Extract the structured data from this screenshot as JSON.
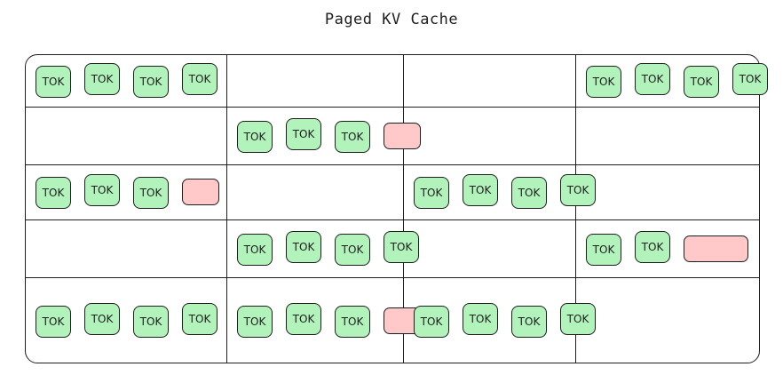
{
  "title": "Paged KV Cache",
  "token_label": "TOK",
  "colors": {
    "token_fill": "#b2f2bb",
    "free_slot_fill": "#ffc9c9",
    "stroke": "#1e1e1e"
  },
  "grid": {
    "rows": 5,
    "cols": 4
  },
  "blocks": [
    {
      "row": 0,
      "col": 0,
      "tokens": 4,
      "free": 0
    },
    {
      "row": 0,
      "col": 3,
      "tokens": 4,
      "free": 0
    },
    {
      "row": 1,
      "col": 1,
      "tokens": 3,
      "free": 1
    },
    {
      "row": 2,
      "col": 0,
      "tokens": 3,
      "free": 1
    },
    {
      "row": 2,
      "col": 2,
      "tokens": 4,
      "free": 0
    },
    {
      "row": 3,
      "col": 1,
      "tokens": 4,
      "free": 0
    },
    {
      "row": 3,
      "col": 3,
      "tokens": 2,
      "free": 2
    },
    {
      "row": 4,
      "col": 0,
      "tokens": 4,
      "free": 0
    },
    {
      "row": 4,
      "col": 1,
      "tokens": 3,
      "free": 1
    },
    {
      "row": 4,
      "col": 2,
      "tokens": 4,
      "free": 0
    }
  ]
}
